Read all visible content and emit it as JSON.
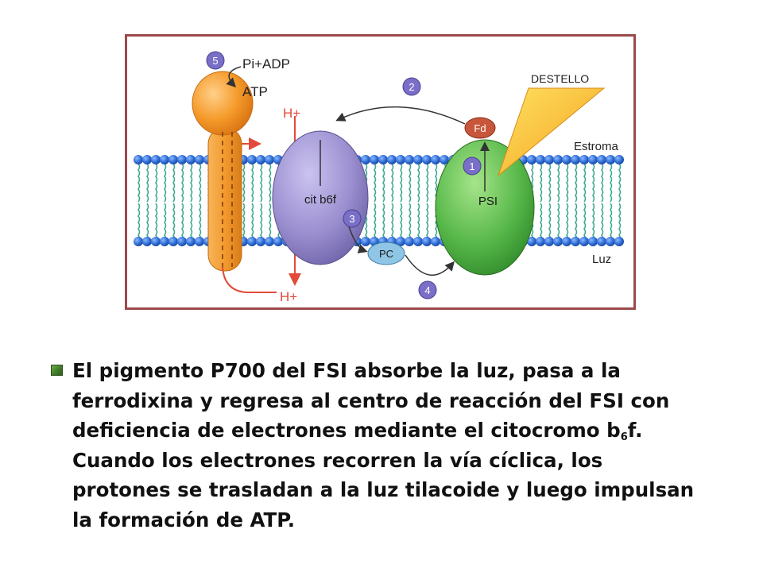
{
  "diagram": {
    "labels": {
      "pi_adp": "Pi+ADP",
      "atp": "ATP",
      "h_plus_top": "H+",
      "h_plus_bottom": "H+",
      "destello": "DESTELLO",
      "estroma": "Estroma",
      "luz": "Luz",
      "fd": "Fd",
      "psi": "PSI",
      "pc": "PC",
      "cit_b6f": "cit b6f"
    },
    "steps": [
      "5",
      "2",
      "1",
      "3",
      "4"
    ],
    "colors": {
      "frame": "#9b4a4a",
      "atp_synthase": "#f59a2a",
      "cytochrome": "#9b8fd0",
      "psi": "#58b84a",
      "fd": "#c8563a",
      "pc": "#8fc6e6",
      "membrane_head": "#2f6fd6",
      "membrane_tail": "#3aaa8f",
      "flash": "#f5c842",
      "proton_arrow": "#e34a3a",
      "step_circle": "#7a6fc8"
    }
  },
  "caption": {
    "part1": "El pigmento P700 del FSI absorbe la luz, pasa a la ferrodixina y regresa al centro de reacción del FSI con deficiencia de electrones mediante el citocromo b",
    "subscript": "6",
    "part2": "f. Cuando los electrones recorren la vía cíclica, los protones se trasladan a la luz tilacoide y luego impulsan la formación de ATP."
  }
}
